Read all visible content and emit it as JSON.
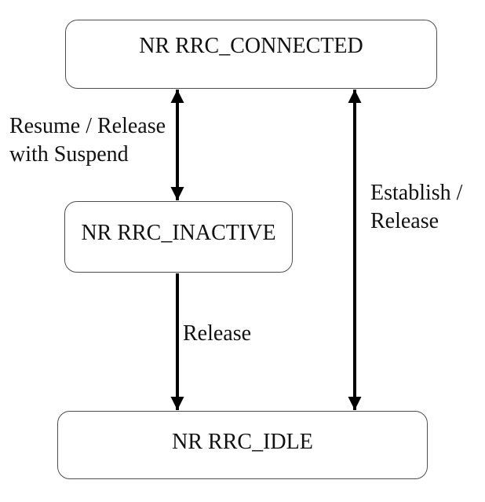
{
  "diagram_type": "state-transition",
  "states": {
    "connected": {
      "label": "NR RRC_CONNECTED"
    },
    "inactive": {
      "label": "NR RRC_INACTIVE"
    },
    "idle": {
      "label": "NR RRC_IDLE"
    }
  },
  "transitions": {
    "connected_inactive": {
      "from": "NR RRC_CONNECTED",
      "to": "NR RRC_INACTIVE",
      "bidirectional": true,
      "label_line1": "Resume / Release",
      "label_line2": "with Suspend"
    },
    "inactive_idle": {
      "from": "NR RRC_INACTIVE",
      "to": "NR RRC_IDLE",
      "bidirectional": false,
      "label": "Release"
    },
    "connected_idle": {
      "from": "NR RRC_CONNECTED",
      "to": "NR RRC_IDLE",
      "bidirectional": true,
      "label_line1": "Establish /",
      "label_line2": "Release"
    }
  },
  "colors": {
    "background": "#ffffff",
    "box_border": "#4f4f4f",
    "text": "#111111",
    "arrow": "#000000"
  }
}
